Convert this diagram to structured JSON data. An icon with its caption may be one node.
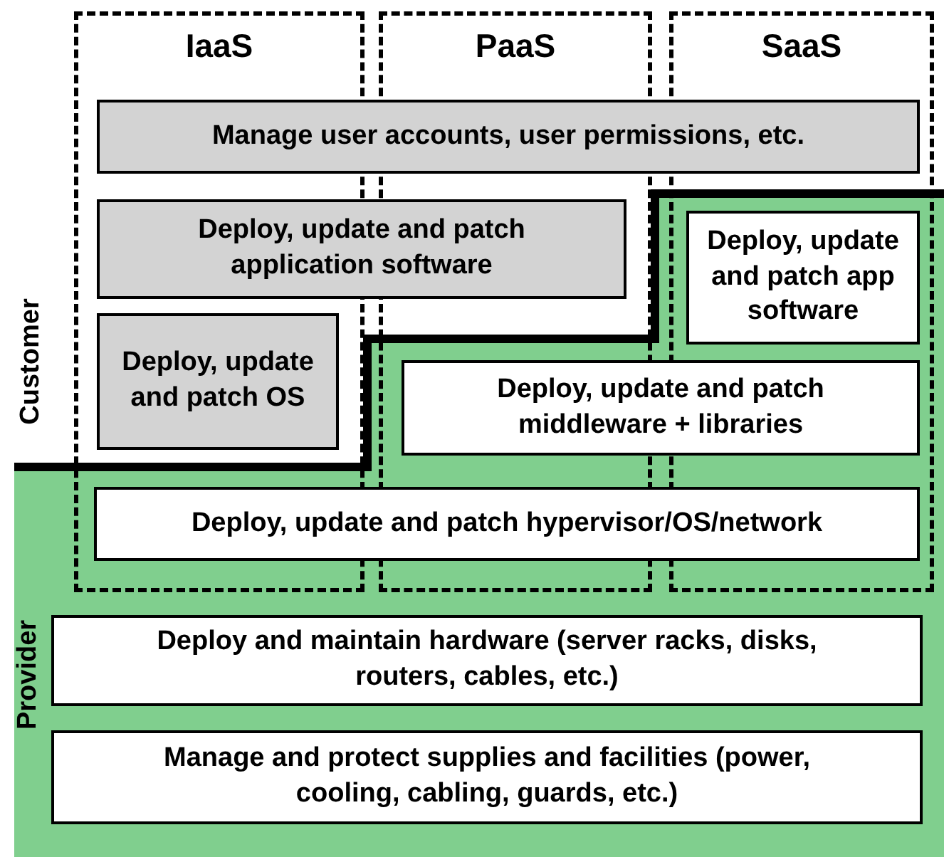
{
  "diagram": {
    "nodes": [
      {
        "text": [
          "IaaS"
        ]
      },
      {
        "text": [
          "PaaS"
        ]
      },
      {
        "text": [
          "SaaS"
        ]
      },
      {
        "text": [
          "Manage user accounts, user permissions, etc."
        ]
      },
      {
        "text": [
          "Deploy, update and patch application software"
        ]
      },
      {
        "text": [
          "Deploy, update and patch app software"
        ],
        "in": 2
      },
      {
        "text": [
          "Deploy, update and patch OS"
        ],
        "in": 0
      },
      {
        "text": [
          "Deploy, update and patch middleware + libraries"
        ]
      },
      {
        "text": [
          "Deploy, update and patch hypervisor/OS/network"
        ]
      },
      {
        "text": [
          "Deploy and maintain hardware (server racks, disks, routers, cables, etc.)"
        ]
      },
      {
        "text": [
          "Manage and protect supplies and facilities (power, cooling, cabling, guards, etc.)"
        ]
      }
    ],
    "labels": [
      "Customer",
      "Provider"
    ]
  }
}
